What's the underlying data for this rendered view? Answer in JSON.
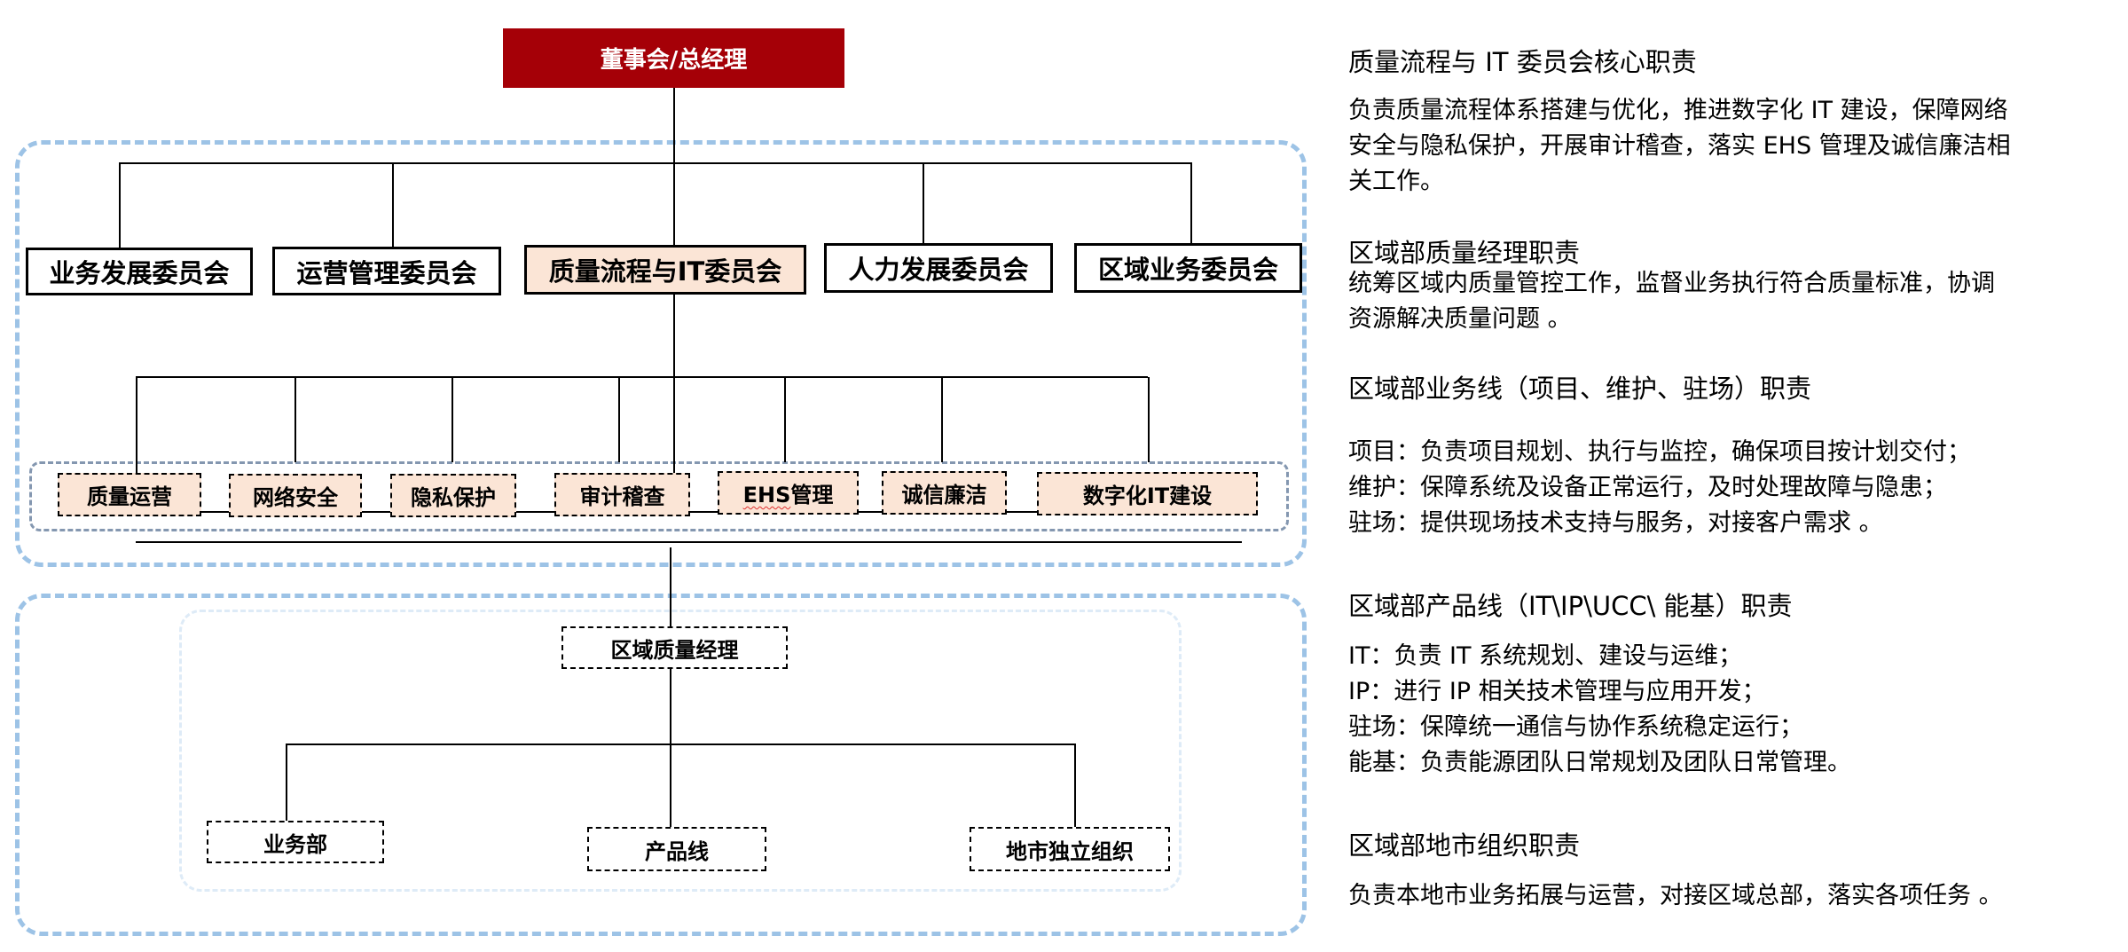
{
  "org_chart": {
    "top": {
      "label": "董事会/总经理",
      "color": "#a50007"
    },
    "committees": [
      {
        "label": "业务发展委员会",
        "highlight": false
      },
      {
        "label": "运营管理委员会",
        "highlight": false
      },
      {
        "label": "质量流程与IT委员会",
        "highlight": true
      },
      {
        "label": "人力发展委员会",
        "highlight": false
      },
      {
        "label": "区域业务委员会",
        "highlight": false
      }
    ],
    "functions": [
      {
        "label": "质量运营"
      },
      {
        "label": "网络安全"
      },
      {
        "label": "隐私保护"
      },
      {
        "label": "审计稽查"
      },
      {
        "label": "EHS管理",
        "prefix": "EHS",
        "suffix": "管理"
      },
      {
        "label": "诚信廉洁"
      },
      {
        "label": "数字化IT建设"
      }
    ],
    "regional": {
      "manager": {
        "label": "区域质量经理"
      },
      "units": [
        {
          "label": "业务部"
        },
        {
          "label": "产品线"
        },
        {
          "label": "地市独立组织"
        }
      ]
    },
    "colors": {
      "outer_group_border": "#9dc3e6",
      "inner_group_border": "#8497b0",
      "light_group_border": "#deebf7",
      "highlight_fill": "#fbe5d6"
    }
  },
  "descriptions": [
    {
      "title": "质量流程与 IT 委员会核心职责",
      "lines": [
        "负责质量流程体系搭建与优化，推进数字化 IT 建设，保障网络",
        "安全与隐私保护，开展审计稽查，落实 EHS 管理及诚信廉洁相",
        "关工作。"
      ]
    },
    {
      "title": "区域部质量经理职责",
      "lines": [
        "统筹区域内质量管控工作，监督业务执行符合质量标准，协调",
        "资源解决质量问题 。"
      ]
    },
    {
      "title": "区域部业务线（项目、维护、驻场）职责",
      "lines": [
        "项目：负责项目规划、执行与监控，确保项目按计划交付；",
        "维护：保障系统及设备正常运行，及时处理故障与隐患；",
        "驻场：提供现场技术支持与服务，对接客户需求 。"
      ]
    },
    {
      "title": "区域部产品线（IT\\IP\\UCC\\ 能基）职责",
      "lines": [
        "IT：负责 IT 系统规划、建设与运维；",
        "IP：进行 IP 相关技术管理与应用开发；",
        "驻场：保障统一通信与协作系统稳定运行；",
        "能基：负责能源团队日常规划及团队日常管理。"
      ]
    },
    {
      "title": "区域部地市组织职责",
      "lines": [
        "负责本地市业务拓展与运营，对接区域总部，落实各项任务 。"
      ]
    }
  ]
}
